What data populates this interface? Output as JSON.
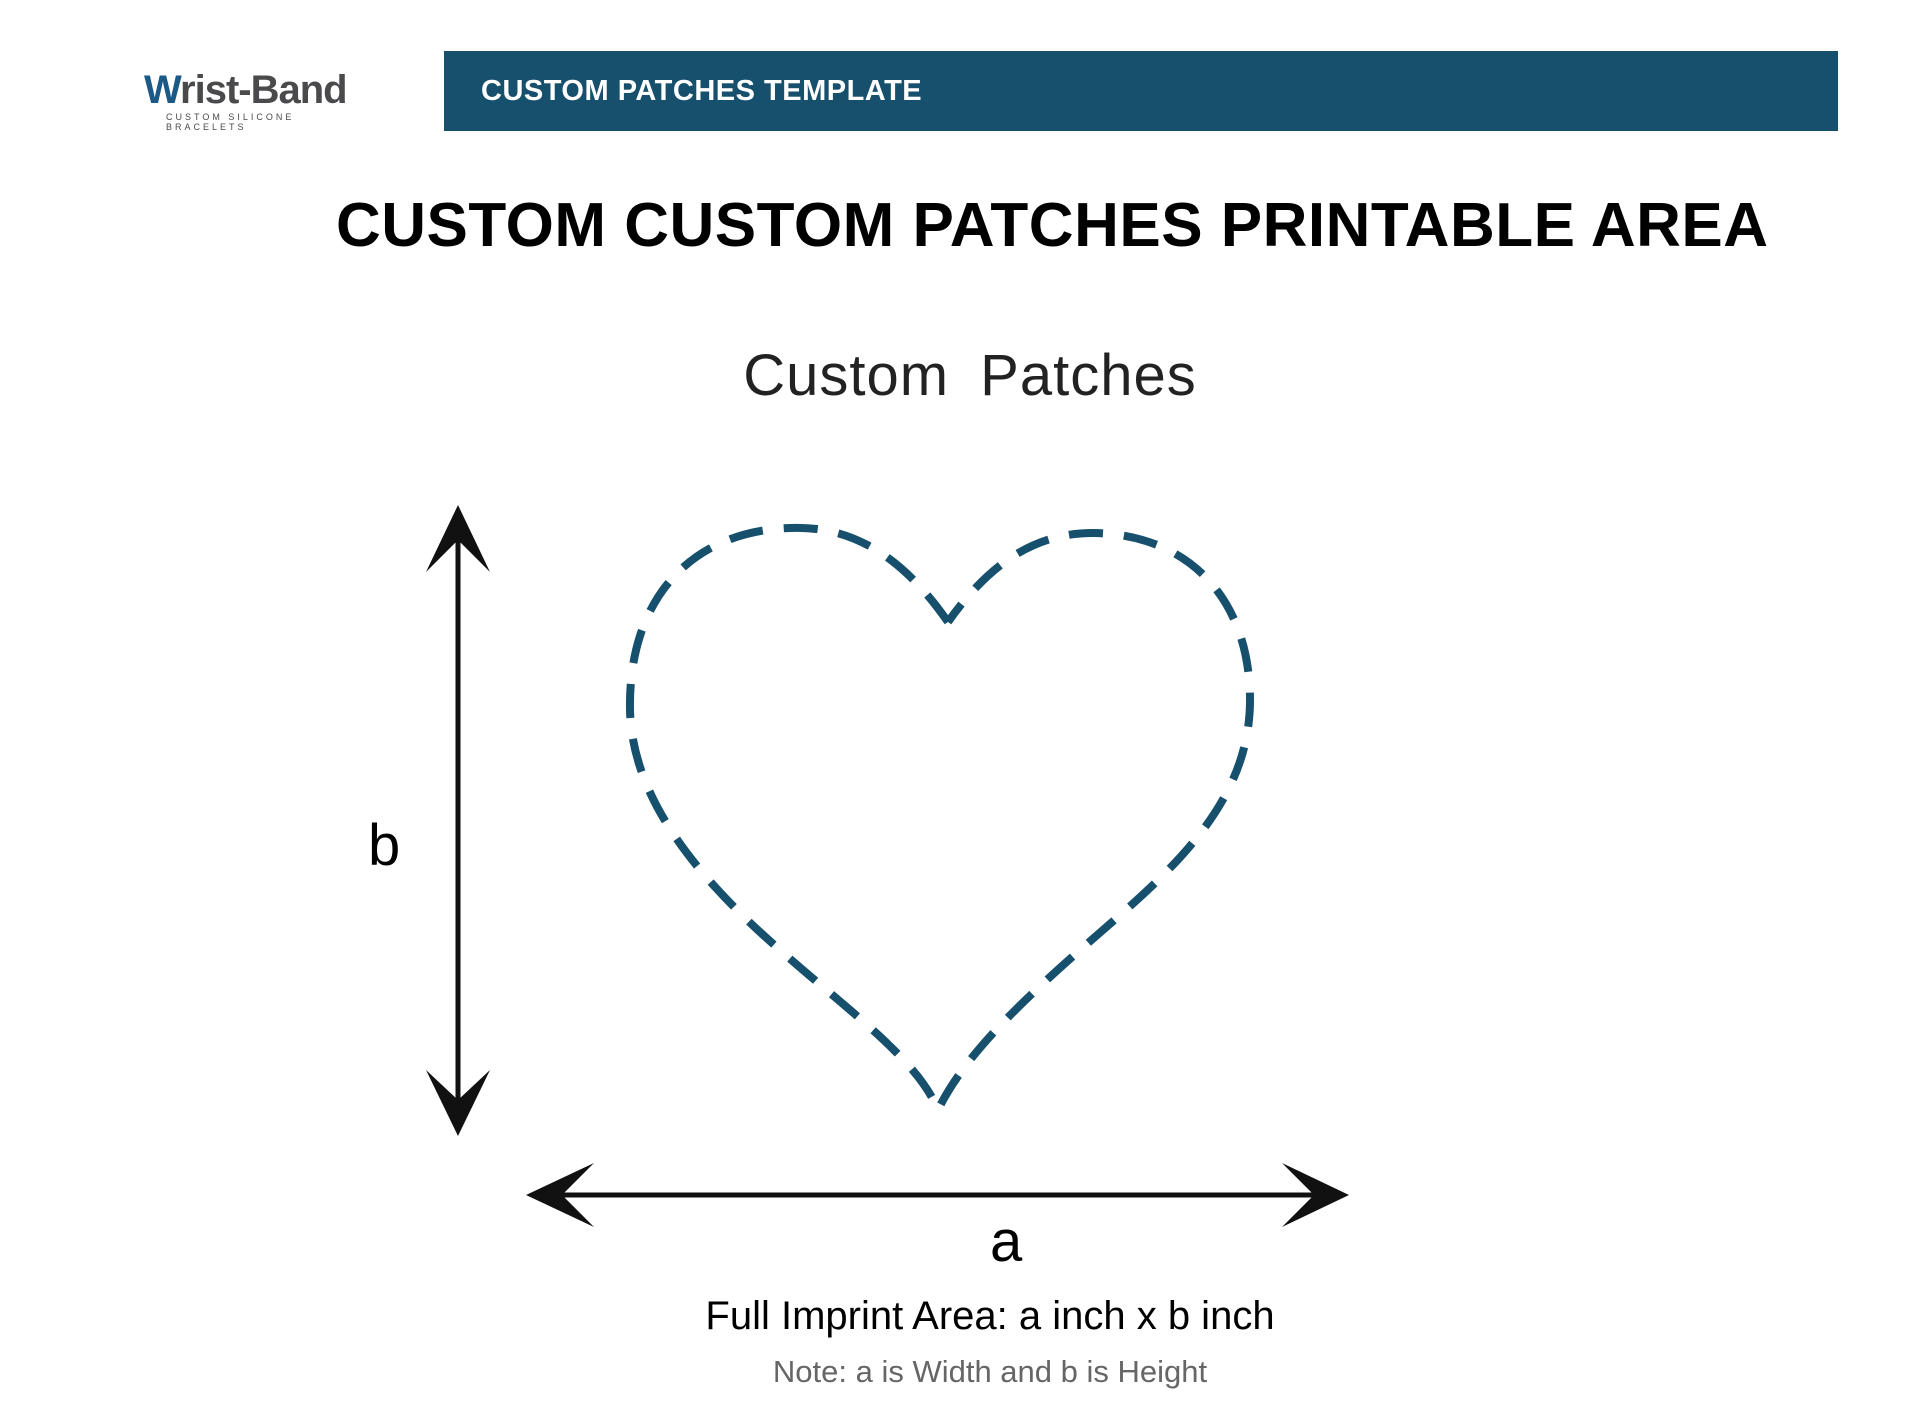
{
  "logo": {
    "name": "Wrist-Band",
    "tagline": "CUSTOM SILICONE BRACELETS"
  },
  "header": {
    "title": "CUSTOM PATCHES TEMPLATE"
  },
  "main": {
    "title": "CUSTOM CUSTOM PATCHES PRINTABLE AREA",
    "product_name": "Custom  Patches",
    "shape": "heart",
    "height_label": "b",
    "width_label": "a",
    "imprint_text": "Full Imprint Area: a inch x b inch",
    "note": "Note: a is Width and b is Height"
  },
  "colors": {
    "header_bg": "#16506d",
    "outline": "#16506d",
    "arrow": "#111111"
  }
}
